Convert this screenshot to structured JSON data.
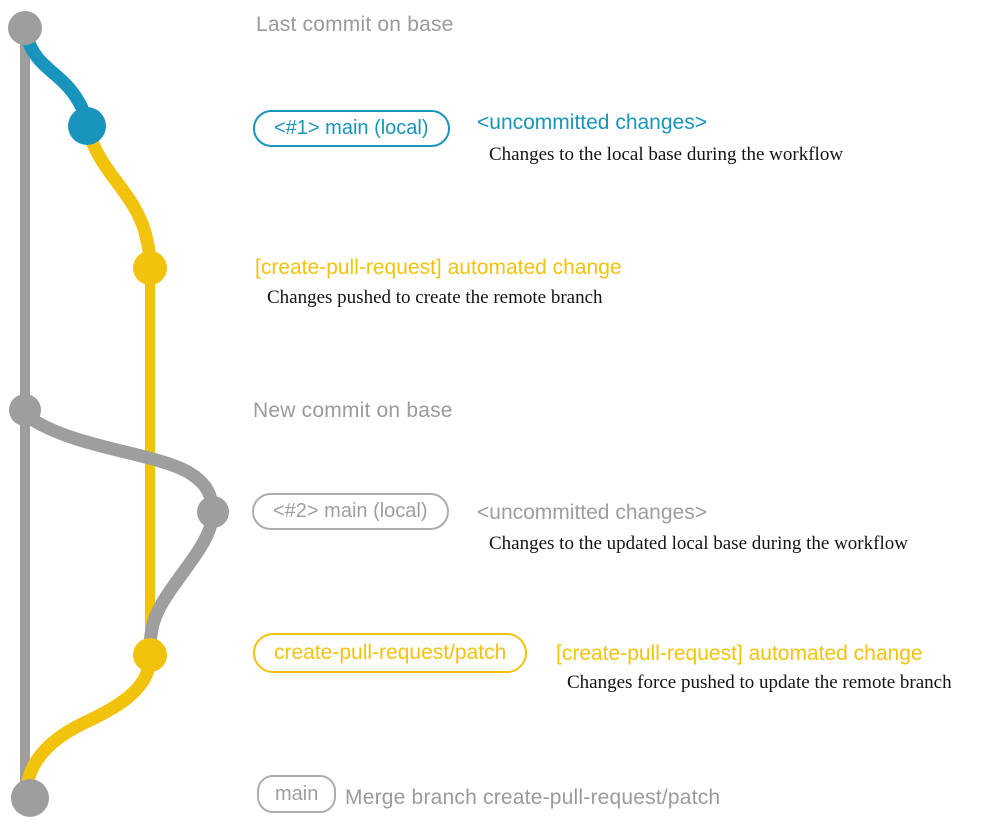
{
  "colors": {
    "branch_gray": "#9E9E9E",
    "branch_teal": "#1894BD",
    "branch_yellow": "#F2C30D",
    "gray_text": "#9B9B9B",
    "caption_text": "#141414"
  },
  "graph": {
    "nodes": [
      {
        "name": "last-commit-on-base",
        "color": "gray"
      },
      {
        "name": "local-main-1",
        "color": "teal"
      },
      {
        "name": "automated-change-1",
        "color": "yellow"
      },
      {
        "name": "new-commit-on-base",
        "color": "gray"
      },
      {
        "name": "local-main-2",
        "color": "gray"
      },
      {
        "name": "automated-change-2",
        "color": "yellow"
      },
      {
        "name": "merge-commit",
        "color": "gray"
      }
    ]
  },
  "annotations": {
    "last_commit": {
      "title": "Last commit on base"
    },
    "local_main_1": {
      "badge": "<#1> main (local)",
      "heading": "<uncommitted changes>",
      "caption": "Changes to the local base during the workflow"
    },
    "automated_change_1": {
      "heading": "[create-pull-request] automated change",
      "caption": "Changes pushed to create the remote branch"
    },
    "new_commit": {
      "title": "New commit on base"
    },
    "local_main_2": {
      "badge": "<#2> main (local)",
      "heading": "<uncommitted changes>",
      "caption": "Changes to the updated local base during the workflow"
    },
    "automated_change_2": {
      "badge": "create-pull-request/patch",
      "heading": "[create-pull-request] automated change",
      "caption": "Changes force pushed to update the remote branch"
    },
    "merge": {
      "badge": "main",
      "title": "Merge branch create-pull-request/patch"
    }
  }
}
